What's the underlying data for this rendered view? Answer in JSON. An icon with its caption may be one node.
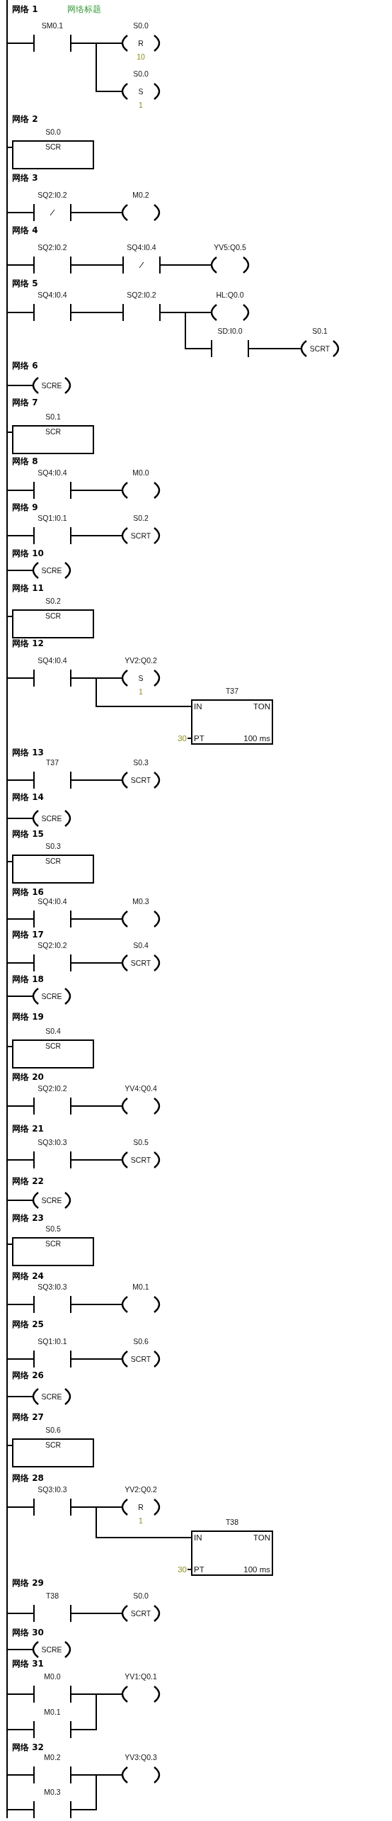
{
  "diagram": {
    "nodes": [
      {
        "text": [],
        "shape": "bar"
      },
      {
        "text": [
          "SM0.1"
        ]
      },
      {
        "text": [
          "S0.0",
          "R",
          "10"
        ]
      },
      {
        "text": [
          "S0.0",
          "S",
          "1"
        ]
      },
      {
        "text": [
          "S0.0",
          "SCR"
        ]
      },
      {
        "text": [
          "SQ2:I0.2"
        ]
      },
      {
        "text": [
          "M0.2"
        ]
      },
      {
        "text": [
          "SQ2:I0.2"
        ]
      },
      {
        "text": [
          "SQ4:I0.4"
        ]
      },
      {
        "text": [
          "YV5:Q0.5"
        ]
      },
      {
        "text": [
          "SQ4:I0.4"
        ]
      },
      {
        "text": [
          "SQ2:I0.2"
        ]
      },
      {
        "text": [
          "HL:Q0.0"
        ]
      },
      {
        "text": [
          "SD:I0.0"
        ]
      },
      {
        "text": [
          "S0.1",
          "SCRT"
        ]
      },
      {
        "text": [
          "SCRE"
        ]
      },
      {
        "text": [
          "S0.1",
          "SCR"
        ]
      },
      {
        "text": [
          "SQ4:I0.4"
        ]
      },
      {
        "text": [
          "M0.0"
        ]
      },
      {
        "text": [
          "SQ1:I0.1"
        ]
      },
      {
        "text": [
          "S0.2",
          "SCRT"
        ]
      },
      {
        "text": [
          "SCRE"
        ]
      },
      {
        "text": [
          "S0.2",
          "SCR"
        ]
      },
      {
        "text": [
          "SQ4:I0.4"
        ]
      },
      {
        "text": [
          "YV2:Q0.2",
          "S",
          "1"
        ]
      },
      {
        "text": [
          "T37",
          "IN",
          "TON",
          "PT",
          "100 ms"
        ],
        "beside": [
          "30"
        ]
      },
      {
        "text": [
          "T37"
        ]
      },
      {
        "text": [
          "S0.3",
          "SCRT"
        ]
      },
      {
        "text": [
          "SCRE"
        ]
      },
      {
        "text": [
          "S0.3",
          "SCR"
        ]
      },
      {
        "text": [
          "SQ4:I0.4"
        ]
      },
      {
        "text": [
          "M0.3"
        ]
      },
      {
        "text": [
          "SQ2:I0.2"
        ]
      },
      {
        "text": [
          "S0.4",
          "SCRT"
        ]
      },
      {
        "text": [
          "SCRE"
        ]
      },
      {
        "text": [
          "S0.4",
          "SCR"
        ]
      },
      {
        "text": [
          "SQ2:I0.2"
        ]
      },
      {
        "text": [
          "YV4:Q0.4"
        ]
      },
      {
        "text": [
          "SQ3:I0.3"
        ]
      },
      {
        "text": [
          "S0.5",
          "SCRT"
        ]
      },
      {
        "text": [
          "SCRE"
        ]
      },
      {
        "text": [
          "S0.5",
          "SCR"
        ]
      },
      {
        "text": [
          "SQ3:I0.3"
        ]
      },
      {
        "text": [
          "M0.1"
        ]
      },
      {
        "text": [
          "SQ1:I0.1"
        ]
      },
      {
        "text": [
          "S0.6",
          "SCRT"
        ]
      },
      {
        "text": [
          "SCRE"
        ]
      },
      {
        "text": [
          "S0.6",
          "SCR"
        ]
      },
      {
        "text": [
          "SQ3:I0.3"
        ]
      },
      {
        "text": [
          "YV2:Q0.2",
          "R",
          "1"
        ]
      },
      {
        "text": [
          "T38",
          "IN",
          "TON",
          "PT",
          "100 ms"
        ],
        "beside": [
          "30"
        ]
      },
      {
        "text": [
          "T38"
        ]
      },
      {
        "text": [
          "S0.0",
          "SCRT"
        ]
      },
      {
        "text": [
          "SCRE"
        ]
      },
      {
        "text": [
          "M0.0"
        ]
      },
      {
        "text": [
          "YV1:Q0.1"
        ]
      },
      {
        "text": [
          "M0.1"
        ]
      },
      {
        "text": [
          "M0.2"
        ]
      },
      {
        "text": [
          "YV3:Q0.3"
        ]
      },
      {
        "text": [
          "M0.3"
        ]
      }
    ],
    "edges": [
      {
        "from": 0,
        "to": 1,
        "arrow": "none"
      },
      {
        "from": 1,
        "to": 2,
        "arrow": "none"
      },
      {
        "from": 1,
        "to": 3,
        "arrow": "none"
      },
      {
        "from": 0,
        "to": 4,
        "arrow": "none"
      },
      {
        "from": 0,
        "to": 5,
        "arrow": "none"
      },
      {
        "from": 5,
        "to": 6,
        "arrow": "none"
      },
      {
        "from": 0,
        "to": 7,
        "arrow": "none"
      },
      {
        "from": 7,
        "to": 8,
        "arrow": "none"
      },
      {
        "from": 8,
        "to": 9,
        "arrow": "none"
      },
      {
        "from": 0,
        "to": 10,
        "arrow": "none"
      },
      {
        "from": 10,
        "to": 11,
        "arrow": "none"
      },
      {
        "from": 11,
        "to": 12,
        "arrow": "none"
      },
      {
        "from": 11,
        "to": 13,
        "arrow": "none"
      },
      {
        "from": 13,
        "to": 14,
        "arrow": "none"
      },
      {
        "from": 0,
        "to": 15,
        "arrow": "none"
      },
      {
        "from": 0,
        "to": 16,
        "arrow": "none"
      },
      {
        "from": 0,
        "to": 17,
        "arrow": "none"
      },
      {
        "from": 17,
        "to": 18,
        "arrow": "none"
      },
      {
        "from": 0,
        "to": 19,
        "arrow": "none"
      },
      {
        "from": 19,
        "to": 20,
        "arrow": "none"
      },
      {
        "from": 0,
        "to": 21,
        "arrow": "none"
      },
      {
        "from": 0,
        "to": 22,
        "arrow": "none"
      },
      {
        "from": 0,
        "to": 23,
        "arrow": "none"
      },
      {
        "from": 23,
        "to": 24,
        "arrow": "none"
      },
      {
        "from": 23,
        "to": 25,
        "arrow": "none"
      },
      {
        "from": 0,
        "to": 26,
        "arrow": "none"
      },
      {
        "from": 26,
        "to": 27,
        "arrow": "none"
      },
      {
        "from": 0,
        "to": 28,
        "arrow": "none"
      },
      {
        "from": 0,
        "to": 29,
        "arrow": "none"
      },
      {
        "from": 0,
        "to": 30,
        "arrow": "none"
      },
      {
        "from": 30,
        "to": 31,
        "arrow": "none"
      },
      {
        "from": 0,
        "to": 32,
        "arrow": "none"
      },
      {
        "from": 32,
        "to": 33,
        "arrow": "none"
      },
      {
        "from": 0,
        "to": 34,
        "arrow": "none"
      },
      {
        "from": 0,
        "to": 35,
        "arrow": "none"
      },
      {
        "from": 0,
        "to": 36,
        "arrow": "none"
      },
      {
        "from": 36,
        "to": 37,
        "arrow": "none"
      },
      {
        "from": 0,
        "to": 38,
        "arrow": "none"
      },
      {
        "from": 38,
        "to": 39,
        "arrow": "none"
      },
      {
        "from": 0,
        "to": 40,
        "arrow": "none"
      },
      {
        "from": 0,
        "to": 41,
        "arrow": "none"
      },
      {
        "from": 0,
        "to": 42,
        "arrow": "none"
      },
      {
        "from": 42,
        "to": 43,
        "arrow": "none"
      },
      {
        "from": 0,
        "to": 44,
        "arrow": "none"
      },
      {
        "from": 44,
        "to": 45,
        "arrow": "none"
      },
      {
        "from": 0,
        "to": 46,
        "arrow": "none"
      },
      {
        "from": 0,
        "to": 47,
        "arrow": "none"
      },
      {
        "from": 0,
        "to": 48,
        "arrow": "none"
      },
      {
        "from": 48,
        "to": 49,
        "arrow": "none"
      },
      {
        "from": 48,
        "to": 50,
        "arrow": "none"
      },
      {
        "from": 0,
        "to": 51,
        "arrow": "none"
      },
      {
        "from": 51,
        "to": 52,
        "arrow": "none"
      },
      {
        "from": 0,
        "to": 53,
        "arrow": "none"
      },
      {
        "from": 0,
        "to": 54,
        "arrow": "none"
      },
      {
        "from": 54,
        "to": 55,
        "arrow": "none"
      },
      {
        "from": 0,
        "to": 56,
        "arrow": "none"
      },
      {
        "from": 56,
        "to": 55,
        "arrow": "none"
      },
      {
        "from": 0,
        "to": 57,
        "arrow": "none"
      },
      {
        "from": 57,
        "to": 58,
        "arrow": "none"
      },
      {
        "from": 0,
        "to": 59,
        "arrow": "none"
      },
      {
        "from": 59,
        "to": 58,
        "arrow": "none"
      }
    ],
    "labels": [
      "网络 1",
      "网络标题",
      "网络 2",
      "网络 3",
      "网络 4",
      "网络 5",
      "网络 6",
      "网络 7",
      "网络 8",
      "网络 9",
      "网络 10",
      "网络 11",
      "网络 12",
      "网络 13",
      "网络 14",
      "网络 15",
      "网络 16",
      "网络 17",
      "网络 18",
      "网络 19",
      "网络 20",
      "网络 21",
      "网络 22",
      "网络 23",
      "网络 24",
      "网络 25",
      "网络 26",
      "网络 27",
      "网络 28",
      "网络 29",
      "网络 30",
      "网络 31",
      "网络 32"
    ]
  }
}
